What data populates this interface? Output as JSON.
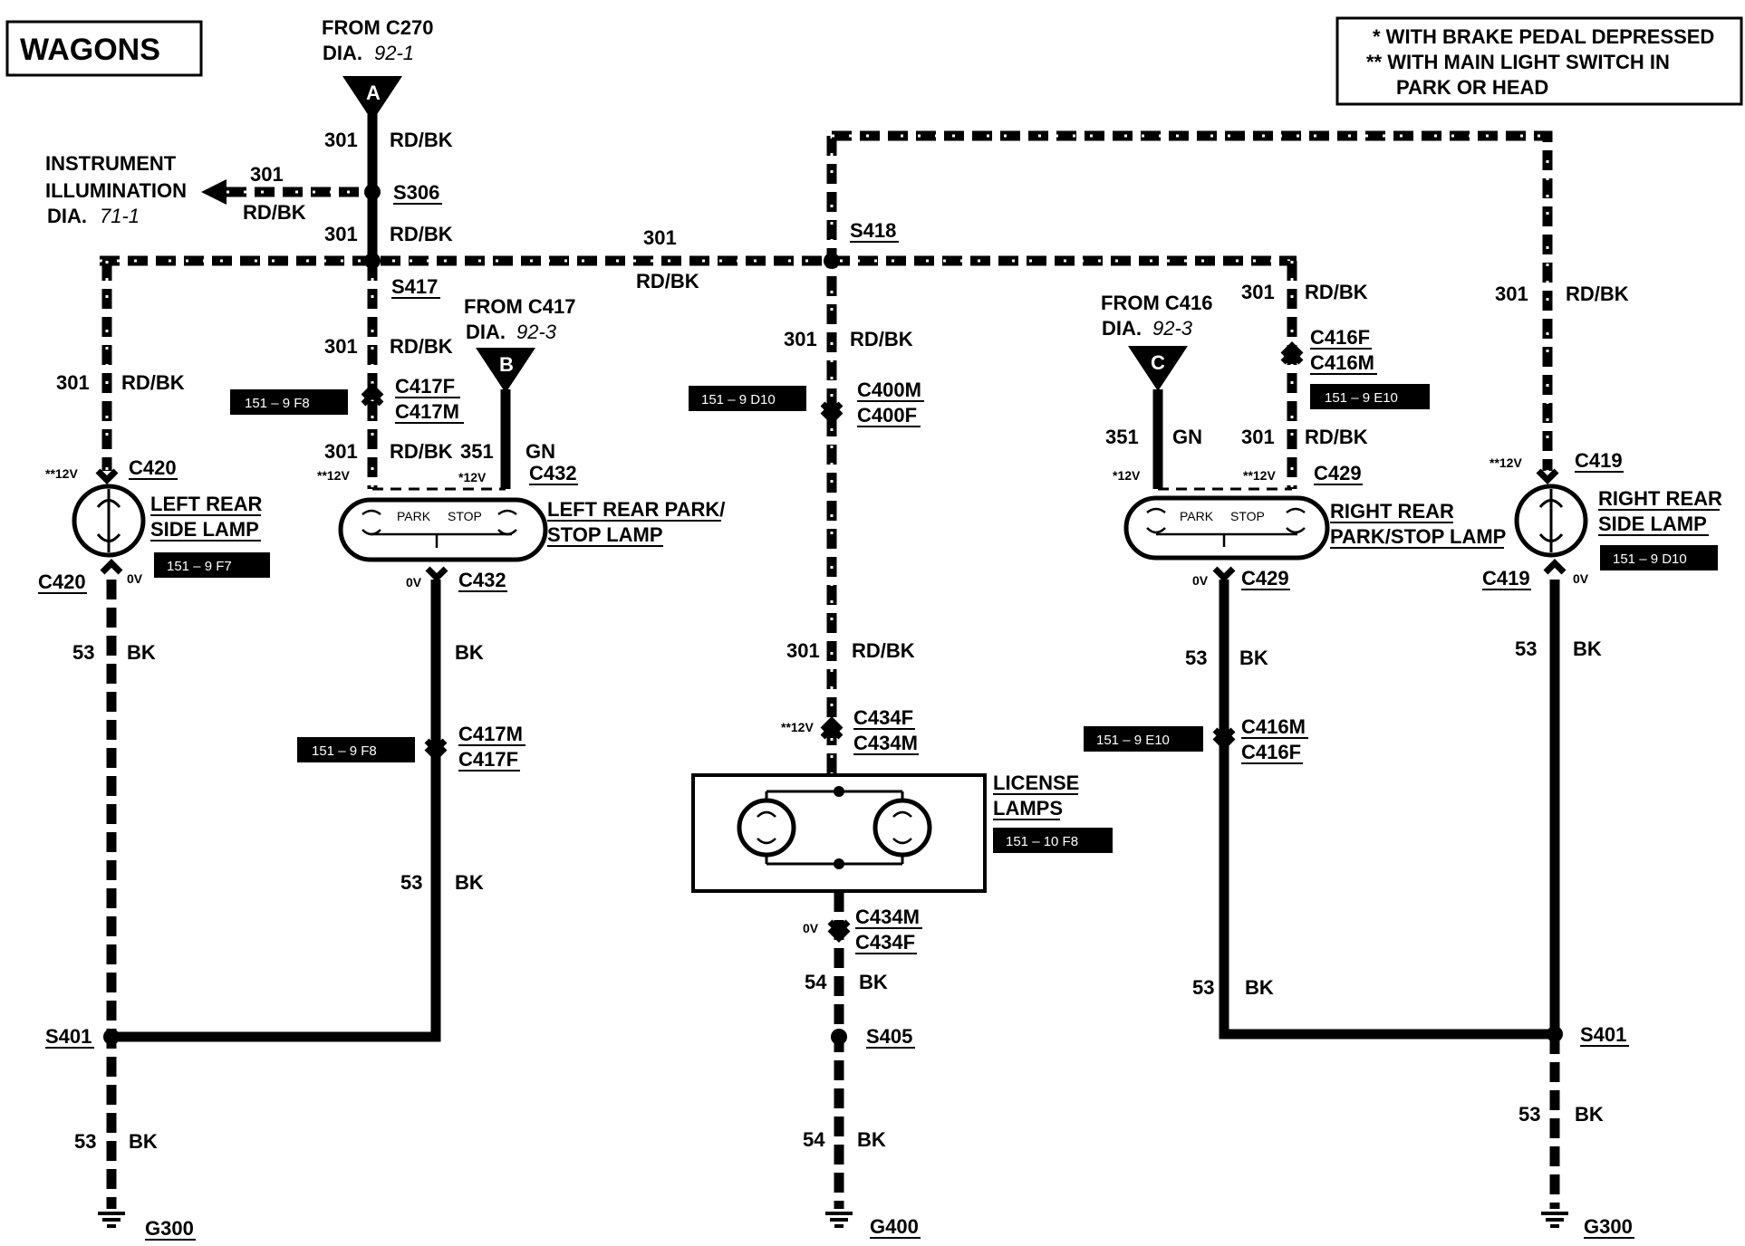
{
  "title": "WAGONS",
  "legend": {
    "line1": "* WITH BRAKE PEDAL DEPRESSED",
    "line2": "** WITH MAIN LIGHT SWITCH IN",
    "line3": "PARK OR HEAD"
  },
  "source_a": {
    "from": "FROM C270",
    "dia_prefix": "DIA.",
    "dia": "92-1",
    "letter": "A"
  },
  "source_b": {
    "from": "FROM C417",
    "dia_prefix": "DIA.",
    "dia": "92-3",
    "letter": "B"
  },
  "source_c": {
    "from": "FROM C416",
    "dia_prefix": "DIA.",
    "dia": "92-3",
    "letter": "C"
  },
  "instrument": {
    "line1": "INSTRUMENT",
    "line2": "ILLUMINATION",
    "dia_prefix": "DIA.",
    "dia": "71-1"
  },
  "wire": {
    "c301": "301",
    "rdbk": "RD/BK",
    "c351": "351",
    "gn": "GN",
    "c53": "53",
    "c54": "54",
    "bk": "BK"
  },
  "splices": {
    "s306": "S306",
    "s417": "S417",
    "s418": "S418",
    "s401": "S401",
    "s405": "S405"
  },
  "connectors": {
    "c417f": "C417F",
    "c417m": "C417M",
    "c400m": "C400M",
    "c400f": "C400F",
    "c416f": "C416F",
    "c416m": "C416M",
    "c420": "C420",
    "c432": "C432",
    "c429": "C429",
    "c419": "C419",
    "c434f": "C434F",
    "c434m": "C434M"
  },
  "voltage": {
    "v12_2": "**12V",
    "v12_1": "*12V",
    "v0": "0V"
  },
  "components": {
    "left_side": {
      "line1": "LEFT REAR",
      "line2": "SIDE LAMP"
    },
    "left_park": {
      "line1": "LEFT REAR PARK/",
      "line2": "STOP LAMP"
    },
    "right_park": {
      "line1": "RIGHT REAR",
      "line2": "PARK/STOP LAMP"
    },
    "right_side": {
      "line1": "RIGHT REAR",
      "line2": "SIDE LAMP"
    },
    "license": {
      "line1": "LICENSE",
      "line2": "LAMPS"
    },
    "park": "PARK",
    "stop": "STOP"
  },
  "refs": {
    "f8": "151 – 9 F8",
    "d10": "151 – 9 D10",
    "e10": "151 – 9 E10",
    "f7": "151 – 9 F7",
    "lic": "151 – 10 F8"
  },
  "grounds": {
    "g300": "G300",
    "g400": "G400"
  }
}
